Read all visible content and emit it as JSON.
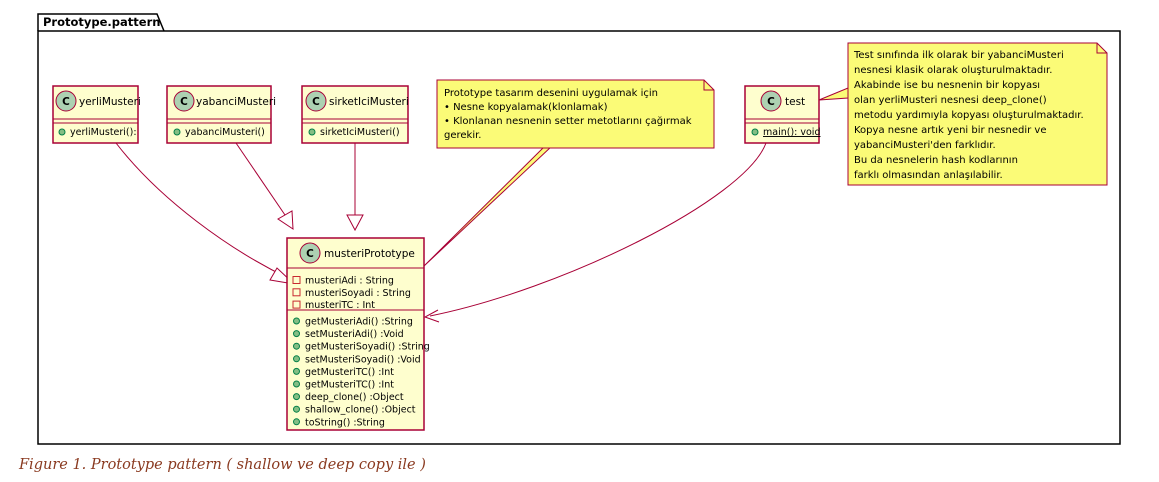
{
  "package": {
    "name": "Prototype.pattern"
  },
  "classes": {
    "yerliMusteri": {
      "name": "yerliMusteri",
      "methods": [
        "yerliMusteri():"
      ]
    },
    "yabanciMusteri": {
      "name": "yabanciMusteri",
      "methods": [
        "yabanciMusteri()"
      ]
    },
    "sirketIciMusteri": {
      "name": "sirketIciMusteri",
      "methods": [
        "sirketIciMusteri()"
      ]
    },
    "test": {
      "name": "test",
      "methods": [
        "main(): void"
      ]
    },
    "musteriPrototype": {
      "name": "musteriPrototype",
      "fields": [
        "musteriAdi : String",
        "musteriSoyadi : String",
        "musteriTC : Int"
      ],
      "methods": [
        "getMusteriAdi() :String",
        "setMusteriAdi() :Void",
        "getMusteriSoyadi() :String",
        "setMusteriSoyadi() :Void",
        "getMusteriTC() :Int",
        "getMusteriTC() :Int",
        "deep_clone() :Object",
        "shallow_clone() :Object",
        "toString() :String"
      ]
    }
  },
  "class_icon_letter": "C",
  "notes": {
    "prototype": {
      "lines": [
        "Prototype tasarım desenini uygulamak için",
        "• Nesne kopyalamak(klonlamak)",
        "• Klonlanan nesnenin setter metotlarını çağırmak",
        "gerekir."
      ]
    },
    "test": {
      "lines": [
        "Test sınıfında ilk olarak bir yabanciMusteri",
        "nesnesi klasik olarak oluşturulmaktadır.",
        "Akabinde ise bu nesnenin bir kopyası",
        "olan yerliMusteri nesnesi deep_clone()",
        "metodu yardımıyla kopyası oluşturulmaktadır.",
        "Kopya nesne artık yeni bir nesnedir ve",
        "yabanciMusteri'den farklıdır.",
        "Bu da nesnelerin hash kodlarının",
        "farklı olmasından anlaşılabilir."
      ]
    }
  },
  "caption": "Figure 1. Prototype pattern ( shallow ve deep copy ile )",
  "colors": {
    "class_fill": "#FEFECE",
    "class_border": "#A80036",
    "note_fill": "#FBFB77",
    "note_border": "#A80036",
    "icon_fill": "#ADD1B2",
    "public_dot": "#84BE84",
    "caption": "#8a3a20"
  }
}
